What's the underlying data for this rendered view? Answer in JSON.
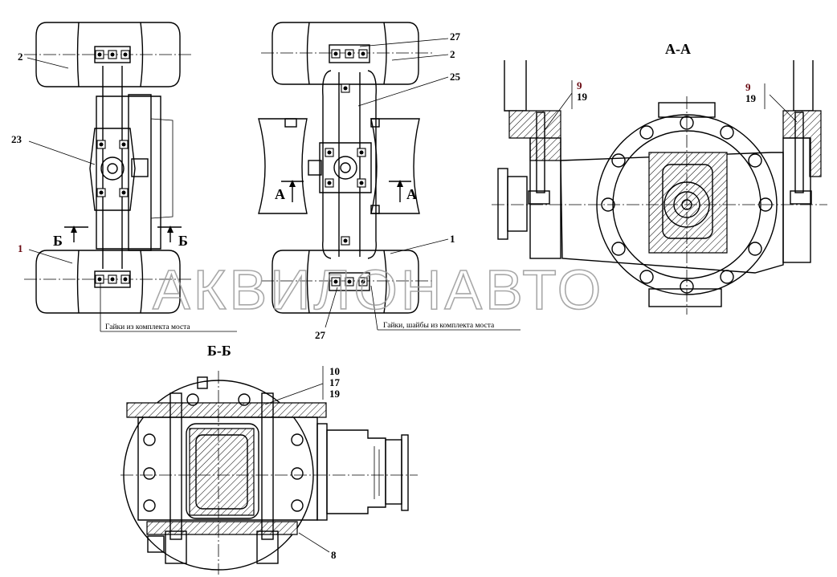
{
  "section_titles": {
    "aa": "А-А",
    "bb": "Б-Б"
  },
  "section_marks": {
    "a": "А",
    "b": "Б"
  },
  "callouts": {
    "n1": "1",
    "n2": "2",
    "n8": "8",
    "n9": "9",
    "n10": "10",
    "n17": "17",
    "n19": "19",
    "n23": "23",
    "n25": "25",
    "n27": "27"
  },
  "notes": {
    "left": "Гайки из комплекта моста",
    "middle": "Гайки, шайбы из комплекта моста"
  },
  "watermark": "АКВИЛОНАВТО"
}
